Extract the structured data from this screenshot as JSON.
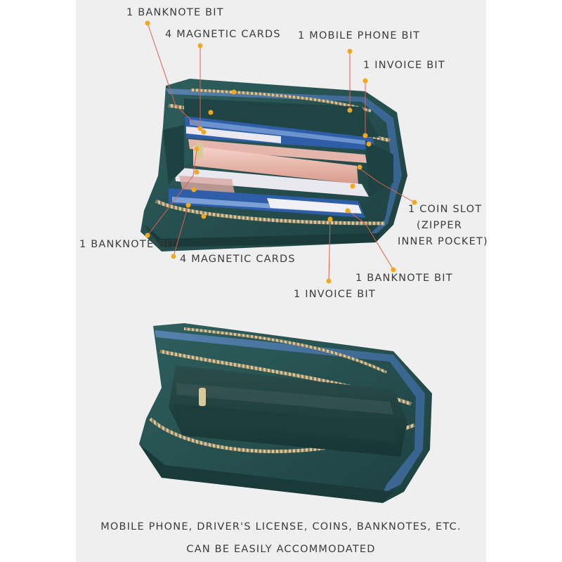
{
  "annotations": {
    "banknote_top": "1 BANKNOTE BIT",
    "magnetic_top": "4 MAGNETIC CARDS",
    "mobile_phone": "1 MOBILE PHONE BIT",
    "invoice_top": "1 INVOICE BIT",
    "coin_slot_1": "1 COIN SLOT",
    "coin_slot_2": "(ZIPPER",
    "coin_slot_3": "INNER POCKET)",
    "banknote_left": "1 BANKNOTE BIT",
    "magnetic_bottom": "4 MAGNETIC CARDS",
    "banknote_right": "1 BANKNOTE BIT",
    "invoice_bottom": "1 INVOICE BIT"
  },
  "caption": {
    "line1": "MOBILE PHONE, DRIVER'S LICENSE, COINS, BANKNOTES, ETC.",
    "line2": "CAN BE EASILY ACCOMMODATED"
  },
  "colors": {
    "panel_bg": "#efefef",
    "wallet_dark": "#234a4a",
    "wallet_mid": "#2e5b5b",
    "wallet_blue_edge": "#4d7aa6",
    "zipper": "#c9b98a",
    "leader_line": "#e0604a",
    "leader_dot": "#f2a81d",
    "card_blue": "#2f5ea8",
    "card_pink": "#e7b7ad"
  }
}
